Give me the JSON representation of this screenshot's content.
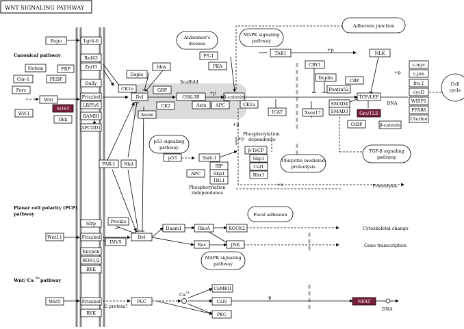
{
  "title": "WNT SIGNALING PATHWAY",
  "sections": {
    "canonical": "Canonical pathway",
    "pcp_line1": "Planar cell polarity (PCP)",
    "pcp_line2": "pathway",
    "ca_pathway": "Wnt/ Ca",
    "ca_sup": "2+",
    "ca_suffix": "pathway"
  },
  "nodes": [
    {
      "id": "rspo",
      "label": "Rspo"
    },
    {
      "id": "lgr46",
      "label": "Lgr4-6"
    },
    {
      "id": "rnf43",
      "label": "Rnf43"
    },
    {
      "id": "znrf3",
      "label": "Znrf3"
    },
    {
      "id": "notum",
      "label": "Notum"
    },
    {
      "id": "frp",
      "label": "FRP"
    },
    {
      "id": "cer1",
      "label": "Cer-1"
    },
    {
      "id": "pedf",
      "label": "PEDF"
    },
    {
      "id": "dally",
      "label": "Dally"
    },
    {
      "id": "porc",
      "label": "Porc"
    },
    {
      "id": "wnt",
      "label": "Wnt"
    },
    {
      "id": "frizzled1",
      "label": "Frizzled"
    },
    {
      "id": "wif1",
      "label": "Wif-1"
    },
    {
      "id": "sost",
      "label": "SOST"
    },
    {
      "id": "lrp56",
      "label": "LRP5/6"
    },
    {
      "id": "dkk",
      "label": "Dkk"
    },
    {
      "id": "bami",
      "label": "BAMBI"
    },
    {
      "id": "apcdd1",
      "label": "APCDD1"
    },
    {
      "id": "daple",
      "label": "Daple"
    },
    {
      "id": "idax",
      "label": "Idax"
    },
    {
      "id": "ck1e",
      "label": "CK1e"
    },
    {
      "id": "dvl1",
      "label": "Dvl"
    },
    {
      "id": "gbp",
      "label": "GBP"
    },
    {
      "id": "ck2",
      "label": "CK2"
    },
    {
      "id": "axam",
      "label": "Axam"
    },
    {
      "id": "ps1",
      "label": "PS-1"
    },
    {
      "id": "pka",
      "label": "PKA"
    },
    {
      "id": "gsk3b",
      "label": "GSK-3B"
    },
    {
      "id": "axin",
      "label": "Axin"
    },
    {
      "id": "apc1",
      "label": "APC"
    },
    {
      "id": "bcat1",
      "label": "β-catenin"
    },
    {
      "id": "ck1a",
      "label": "CK1a"
    },
    {
      "id": "tak1",
      "label": "TAK1"
    },
    {
      "id": "nlk",
      "label": "NLK"
    },
    {
      "id": "cby1",
      "label": "CBY1"
    },
    {
      "id": "duplin",
      "label": "Duplin"
    },
    {
      "id": "cbp",
      "label": "CBP"
    },
    {
      "id": "pontin52",
      "label": "Pontin52"
    },
    {
      "id": "icat",
      "label": "ICAT"
    },
    {
      "id": "xsox17",
      "label": "Xsox17"
    },
    {
      "id": "smad4",
      "label": "SMAD4"
    },
    {
      "id": "smad3",
      "label": "SMAD3"
    },
    {
      "id": "tcflef",
      "label": "TCF/LEF"
    },
    {
      "id": "grotle",
      "label": "Gro/TLE"
    },
    {
      "id": "ctbp",
      "label": "CtBP"
    },
    {
      "id": "bcat2",
      "label": "β-catenin"
    },
    {
      "id": "cmyc",
      "label": "c-myc"
    },
    {
      "id": "cjun",
      "label": "c-jun"
    },
    {
      "id": "fra1",
      "label": "fra-1"
    },
    {
      "id": "cycd",
      "label": "cycD"
    },
    {
      "id": "wisp1",
      "label": "WISP1"
    },
    {
      "id": "ppard",
      "label": "PPARδ"
    },
    {
      "id": "uterine",
      "label": "Uterine"
    },
    {
      "id": "p53",
      "label": "p53"
    },
    {
      "id": "siah1",
      "label": "Siah-1"
    },
    {
      "id": "sip",
      "label": "SIP"
    },
    {
      "id": "apc2",
      "label": "APC"
    },
    {
      "id": "skp1a",
      "label": "Skp1"
    },
    {
      "id": "tbl1",
      "label": "TBL1"
    },
    {
      "id": "btrcp",
      "label": "β-TrCP"
    },
    {
      "id": "skp1b",
      "label": "Skp1"
    },
    {
      "id": "cul1",
      "label": "Cul1"
    },
    {
      "id": "rbx1",
      "label": "Rbx1"
    },
    {
      "id": "par1",
      "label": "PAR-1"
    },
    {
      "id": "nkd",
      "label": "Nkd"
    },
    {
      "id": "sfrp",
      "label": "Sfrp"
    },
    {
      "id": "prickle",
      "label": "Prickle"
    },
    {
      "id": "wnt11",
      "label": "Wnt11"
    },
    {
      "id": "frizzled2",
      "label": "Frizzled"
    },
    {
      "id": "dvl2",
      "label": "Dvl"
    },
    {
      "id": "invs",
      "label": "INVS"
    },
    {
      "id": "knypek",
      "label": "Knypek"
    },
    {
      "id": "ror12",
      "label": "ROR1/2"
    },
    {
      "id": "ryk1",
      "label": "RYK"
    },
    {
      "id": "daam1",
      "label": "Daam1"
    },
    {
      "id": "rhoa",
      "label": "RhoA"
    },
    {
      "id": "rock2",
      "label": "ROCK2"
    },
    {
      "id": "rac",
      "label": "Rac"
    },
    {
      "id": "jnk",
      "label": "JNK"
    },
    {
      "id": "wnt5",
      "label": "Wnt5"
    },
    {
      "id": "frizzled3",
      "label": "Frizzled"
    },
    {
      "id": "ryk2",
      "label": "RYK"
    },
    {
      "id": "plc",
      "label": "PLC"
    },
    {
      "id": "camkii",
      "label": "CaMKII"
    },
    {
      "id": "can",
      "label": "CaN"
    },
    {
      "id": "pkc",
      "label": "PKC"
    },
    {
      "id": "nfat",
      "label": "NFAT"
    }
  ],
  "rounded": [
    {
      "id": "alzheimer",
      "lines": [
        "Alzheimer's",
        "disease"
      ]
    },
    {
      "id": "mapk1",
      "lines": [
        "MAPK signaling",
        "pathway"
      ]
    },
    {
      "id": "adherens",
      "lines": [
        "Adherens junction"
      ]
    },
    {
      "id": "p53path",
      "lines": [
        "p53 signaling",
        "pathway"
      ]
    },
    {
      "id": "ubiq",
      "lines": [
        "Ubiquitin mediated",
        "proteolysis"
      ]
    },
    {
      "id": "tgfb",
      "lines": [
        "TGF-β signaling",
        "pathway"
      ]
    },
    {
      "id": "focal",
      "lines": [
        "Focal adhesion"
      ]
    },
    {
      "id": "mapk2",
      "lines": [
        "MAPK signaling",
        "pathway"
      ]
    },
    {
      "id": "cellcycle",
      "lines": [
        "Cell",
        "cycle"
      ]
    }
  ],
  "labels": {
    "scaffold": "Scaffold",
    "plus_p1": "+p",
    "plus_p2": "+p",
    "plus_p3": "+p",
    "plus_p4": "+p",
    "plus_p5": "+p",
    "plus_u": "+u",
    "minus_p": "-p",
    "dna1": "DNA",
    "dna2": "DNA",
    "phos_dep_1": "Phosphorylation",
    "phos_dep_2": "dependence",
    "phos_ind_1": "Phosphorylation",
    "phos_ind_2": "independence",
    "proteolysis": "Proteolysis",
    "cytoskeletal": "Cytoskeletal change",
    "gene_transcription": "Gene transcription",
    "g_protein": "G protein?",
    "ca": "Ca",
    "ca_sup": "2+"
  }
}
